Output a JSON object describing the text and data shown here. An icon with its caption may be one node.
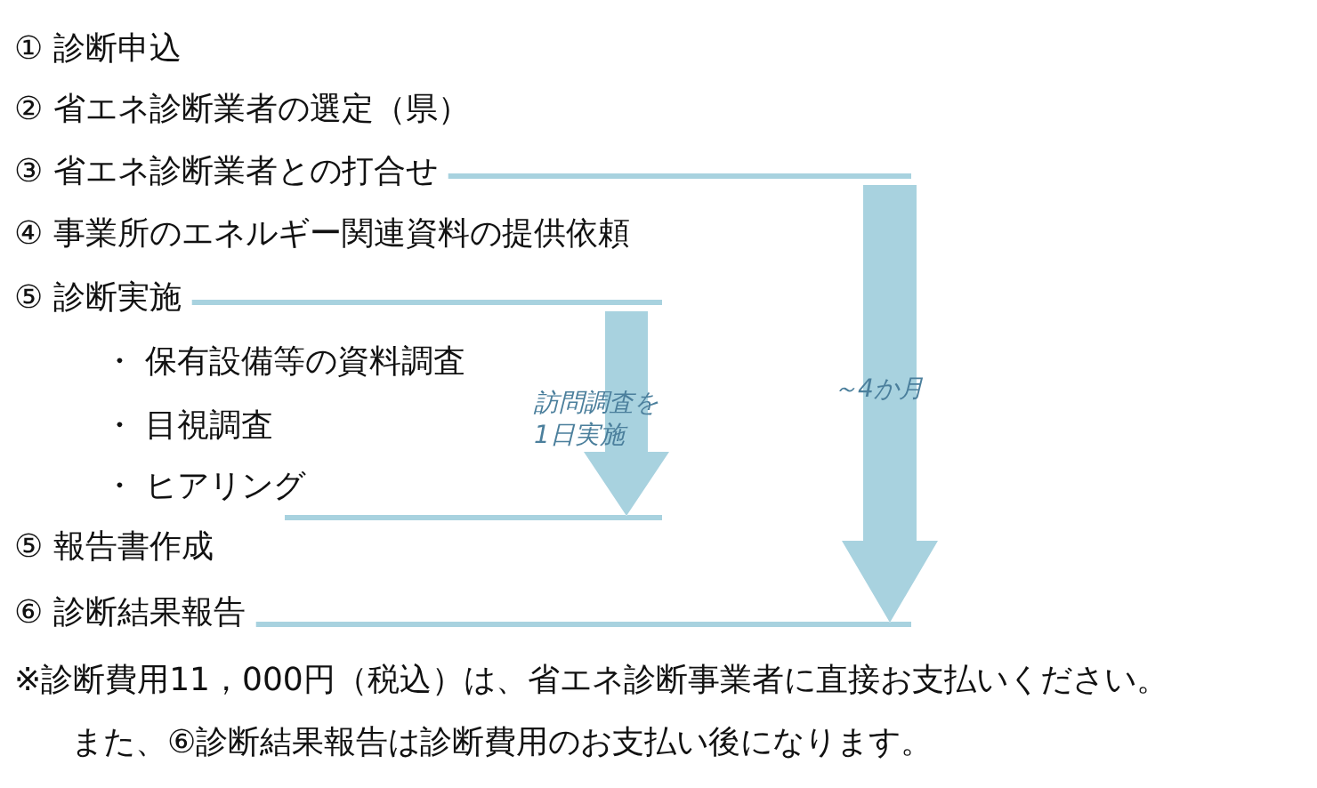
{
  "diagram": {
    "labels": [
      "① 診断申込",
      "② 省エネ診断業者の選定（県）",
      "③ 省エネ診断業者との打合せ",
      "④ 事業所のエネルギー関連資料の提供依頼",
      "⑤ 診断実施",
      "・ 保有設備等の資料調査",
      "・ 目視調査",
      "訪問調査を 1日実施",
      "～4か月",
      "・ ヒアリング",
      "⑤ 報告書作成",
      "⑥ 診断結果報告",
      "※診断費用11，000円（税込）は、省エネ診断事業者に直接お支払いください。",
      "また、⑥診断結果報告は診断費用のお支払い後になります。"
    ]
  }
}
